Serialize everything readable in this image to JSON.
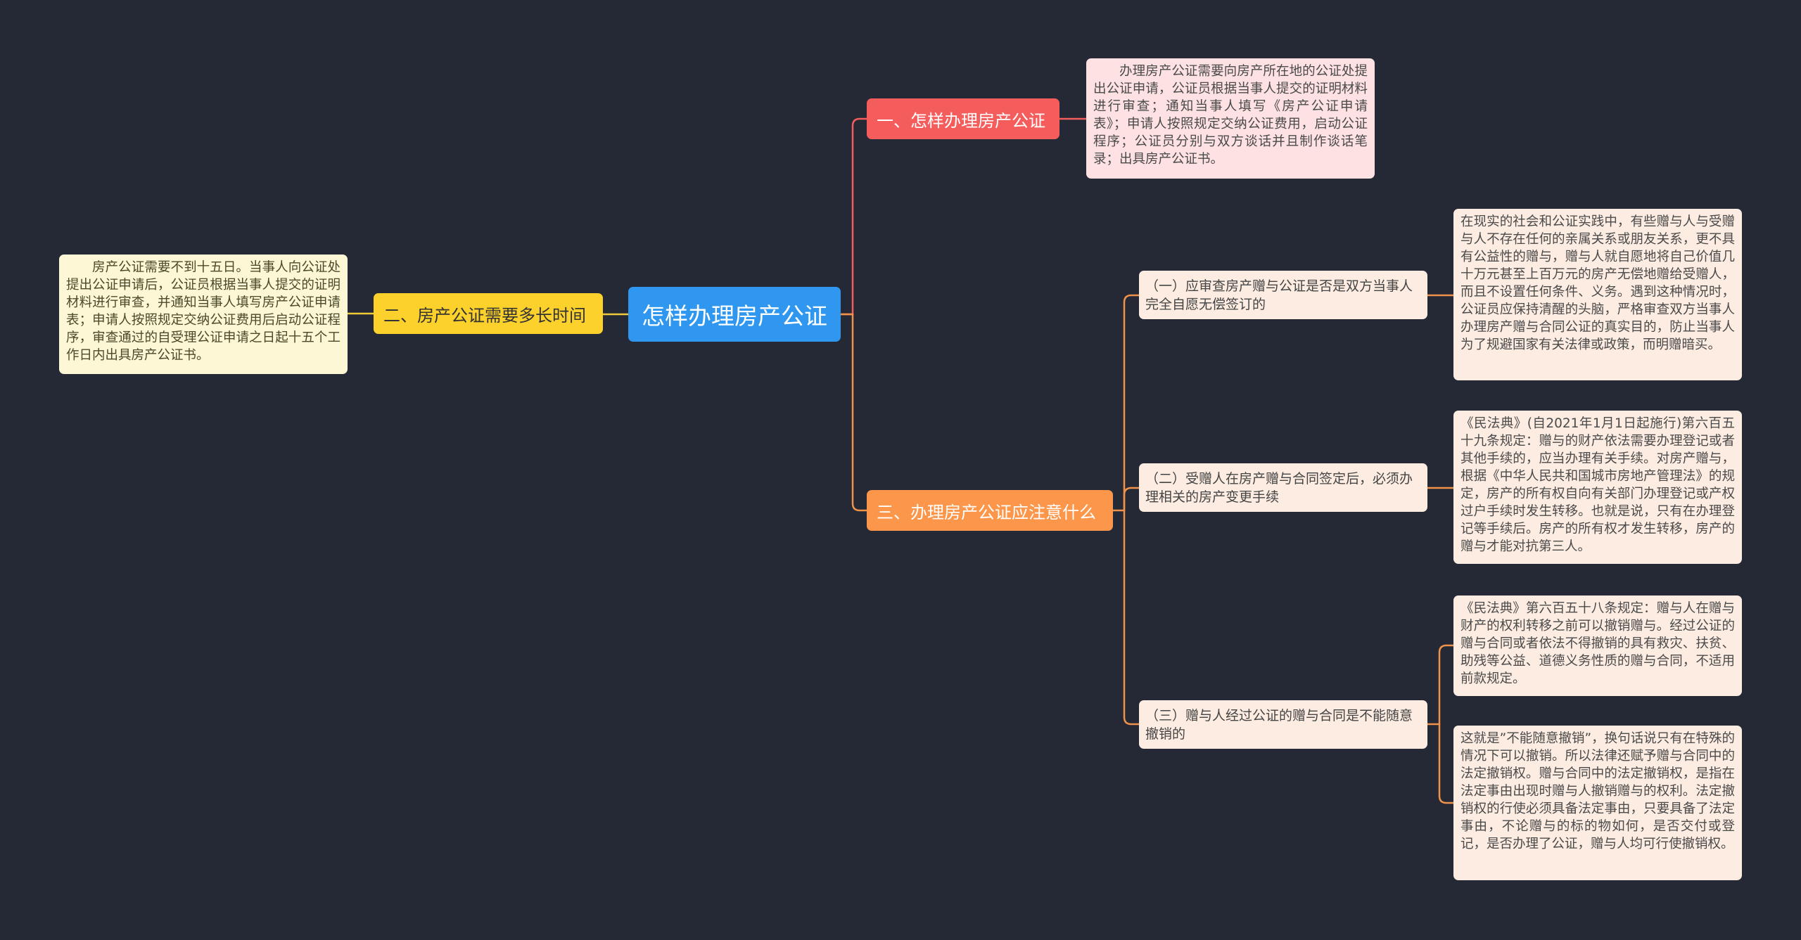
{
  "root": {
    "label": "怎样办理房产公证"
  },
  "branches": {
    "b1": {
      "label": "一、怎样办理房产公证"
    },
    "b2": {
      "label": "二、房产公证需要多长时间"
    },
    "b3": {
      "label": "三、办理房产公证应注意什么"
    }
  },
  "subs": {
    "s1": {
      "label": "（一）应审查房产赠与公证是否是双方当事人完全自愿无偿签订的"
    },
    "s2": {
      "label": "（二）受赠人在房产赠与合同签定后，必须办理相关的房产变更手续"
    },
    "s3": {
      "label": "（三）赠与人经过公证的赠与合同是不能随意撤销的"
    }
  },
  "details": {
    "d1": "办理房产公证需要向房产所在地的公证处提出公证申请，公证员根据当事人提交的证明材料进行审查；通知当事人填写《房产公证申请表》；申请人按照规定交纳公证费用，启动公证程序；公证员分别与双方谈话并且制作谈话笔录；出具房产公证书。",
    "d2": "房产公证需要不到十五日。当事人向公证处提出公证申请后，公证员根据当事人提交的证明材料进行审查，并通知当事人填写房产公证申请表；申请人按照规定交纳公证费用后启动公证程序，审查通过的自受理公证申请之日起十五个工作日内出具房产公证书。",
    "d3": "在现实的社会和公证实践中，有些赠与人与受赠与人不存在任何的亲属关系或朋友关系，更不具有公益性的赠与，赠与人就自愿地将自己价值几十万元甚至上百万元的房产无偿地赠给受赠人，而且不设置任何条件、义务。遇到这种情况时，公证员应保持清醒的头脑，严格审查双方当事人办理房产赠与合同公证的真实目的，防止当事人为了规避国家有关法律或政策，而明赠暗买。",
    "d4": "《民法典》(自2021年1月1日起施行)第六百五十九条规定：赠与的财产依法需要办理登记或者其他手续的，应当办理有关手续。对房产赠与，根据《中华人民共和国城市房地产管理法》的规定，房产的所有权自向有关部门办理登记或产权过户手续时发生转移。也就是说，只有在办理登记等手续后。房产的所有权才发生转移，房产的赠与才能对抗第三人。",
    "d5": "《民法典》第六百五十八条规定：赠与人在赠与财产的权利转移之前可以撤销赠与。经过公证的赠与合同或者依法不得撤销的具有救灾、扶贫、助残等公益、道德义务性质的赠与合同，不适用前款规定。",
    "d6": "这就是”不能随意撤销”，换句话说只有在特殊的情况下可以撤销。所以法律还赋予赠与合同中的法定撤销权。赠与合同中的法定撤销权，是指在法定事由出现时赠与人撤销赠与的权利。法定撤销权的行使必须具备法定事由，只要具备了法定事由，不论赠与的标的物如何，是否交付或登记，是否办理了公证，赠与人均可行使撤销权。"
  },
  "colors": {
    "background": "#252935",
    "root": "#2f97f0",
    "branch1": "#f55c5c",
    "branch2": "#fcd12c",
    "branch3": "#fc964a",
    "link1": "#f55c5c",
    "link2": "#f0c93a",
    "link3": "#f0924a"
  }
}
